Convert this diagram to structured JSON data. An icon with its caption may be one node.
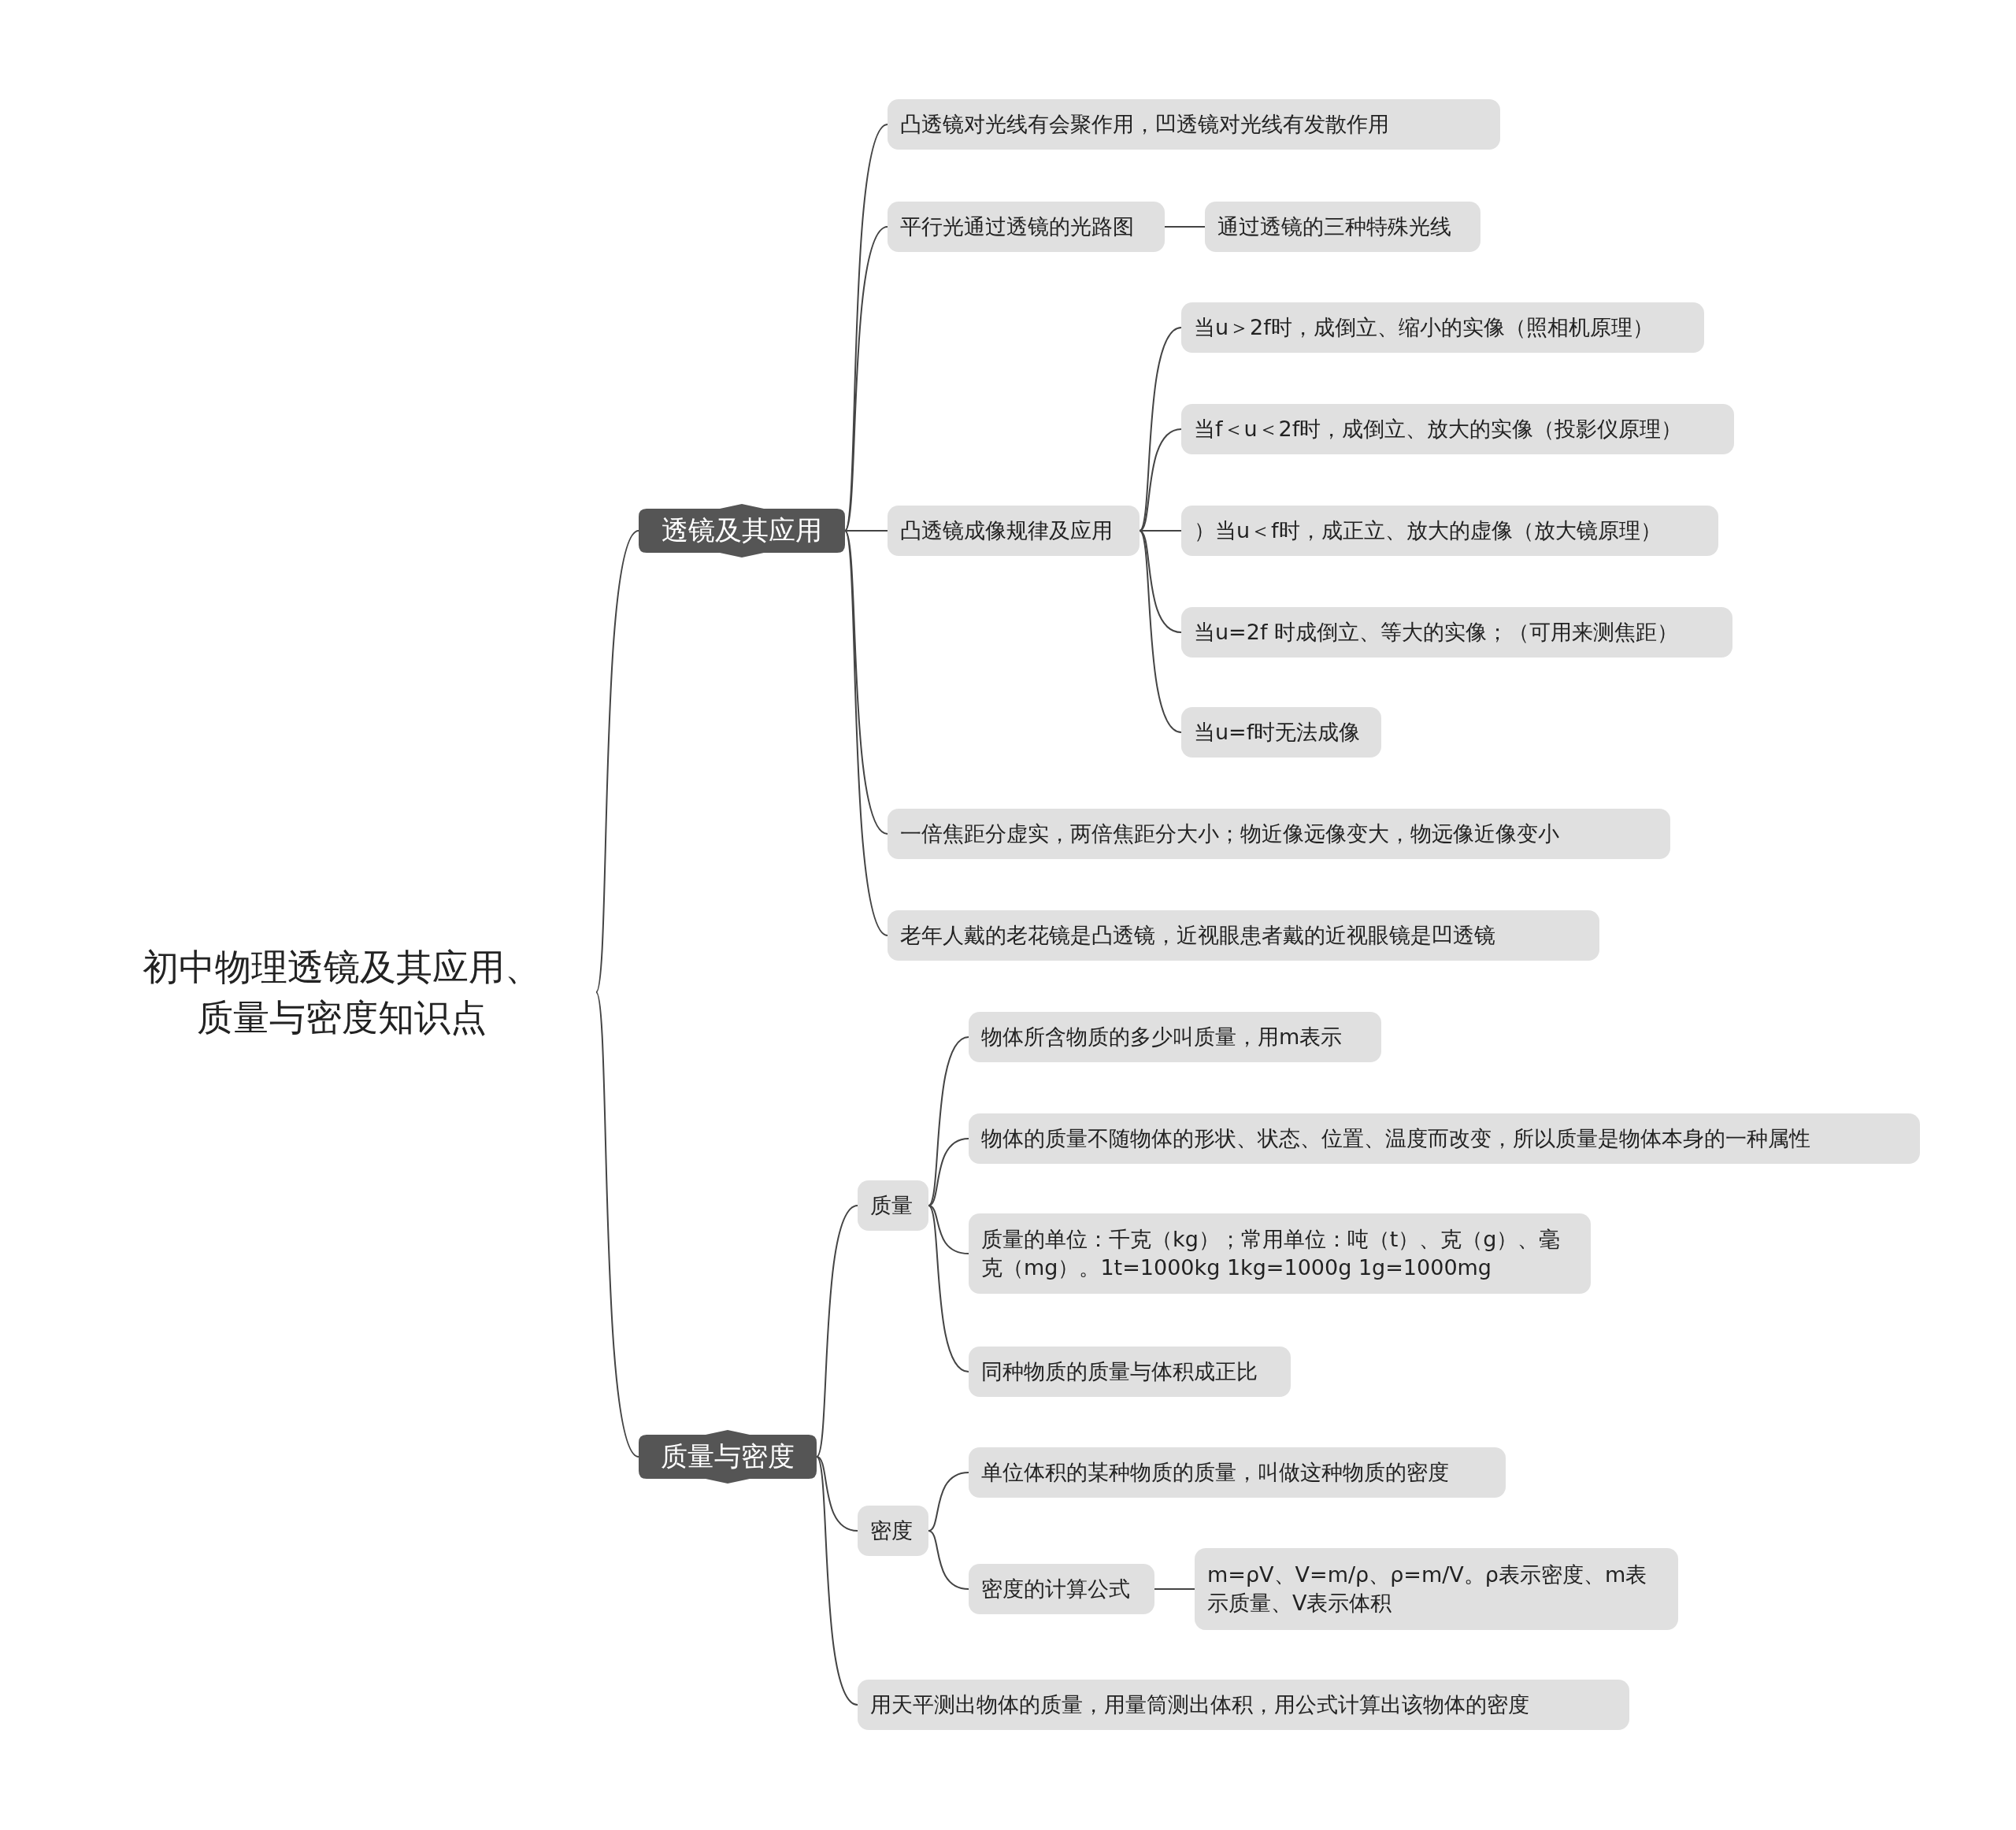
{
  "diagram": {
    "nodes": [
      {
        "text": [
          "初中物理透镜及其应用、质量与密度知识点"
        ]
      },
      {
        "text": [
          "透镜及其应用"
        ]
      },
      {
        "text": [
          "凸透镜对光线有会聚作用，凹透镜对光线有发散作用"
        ]
      },
      {
        "text": [
          "平行光通过透镜的光路图"
        ]
      },
      {
        "text": [
          "通过透镜的三种特殊光线"
        ]
      },
      {
        "text": [
          "凸透镜成像规律及应用"
        ]
      },
      {
        "text": [
          "当u＞2f时，成倒立、缩小的实像（照相机原理）"
        ]
      },
      {
        "text": [
          "当f＜u＜2f时，成倒立、放大的实像（投影仪原理）"
        ]
      },
      {
        "text": [
          "）当u＜f时，成正立、放大的虚像（放大镜原理）"
        ]
      },
      {
        "text": [
          "当u=2f 时成倒立、等大的实像；（可用来测焦距）"
        ]
      },
      {
        "text": [
          "当u=f时无法成像"
        ]
      },
      {
        "text": [
          "一倍焦距分虚实，两倍焦距分大小；物近像远像变大，物远像近像变小"
        ]
      },
      {
        "text": [
          "老年人戴的老花镜是凸透镜，近视眼患者戴的近视眼镜是凹透镜"
        ]
      },
      {
        "text": [
          "质量与密度"
        ]
      },
      {
        "text": [
          "质量"
        ]
      },
      {
        "text": [
          "物体所含物质的多少叫质量，用m表示"
        ]
      },
      {
        "text": [
          "物体的质量不随物体的形状、状态、位置、温度而改变，所以质量是物体本身的一种属性"
        ]
      },
      {
        "text": [
          "质量的单位：千克（kg）；常用单位：吨（t）、克（g）、毫克（mg）。1t=1000kg 1kg=1000g 1g=1000mg"
        ]
      },
      {
        "text": [
          "同种物质的质量与体积成正比"
        ]
      },
      {
        "text": [
          "密度"
        ]
      },
      {
        "text": [
          "单位体积的某种物质的质量，叫做这种物质的密度"
        ]
      },
      {
        "text": [
          "密度的计算公式"
        ]
      },
      {
        "text": [
          "m=ρV、V=m/ρ、ρ=m/V。ρ表示密度、m表示质量、V表示体积"
        ]
      },
      {
        "text": [
          "用天平测出物体的质量，用量筒测出体积，用公式计算出该物体的密度"
        ]
      }
    ],
    "edges": [
      {
        "from": 0,
        "to": 1,
        "arrow": "none"
      },
      {
        "from": 1,
        "to": 2,
        "arrow": "none"
      },
      {
        "from": 1,
        "to": 3,
        "arrow": "none"
      },
      {
        "from": 3,
        "to": 4,
        "arrow": "none"
      },
      {
        "from": 1,
        "to": 5,
        "arrow": "none"
      },
      {
        "from": 5,
        "to": 6,
        "arrow": "none"
      },
      {
        "from": 5,
        "to": 7,
        "arrow": "none"
      },
      {
        "from": 5,
        "to": 8,
        "arrow": "none"
      },
      {
        "from": 5,
        "to": 9,
        "arrow": "none"
      },
      {
        "from": 5,
        "to": 10,
        "arrow": "none"
      },
      {
        "from": 1,
        "to": 11,
        "arrow": "none"
      },
      {
        "from": 1,
        "to": 12,
        "arrow": "none"
      },
      {
        "from": 0,
        "to": 13,
        "arrow": "none"
      },
      {
        "from": 13,
        "to": 14,
        "arrow": "none"
      },
      {
        "from": 14,
        "to": 15,
        "arrow": "none"
      },
      {
        "from": 14,
        "to": 16,
        "arrow": "none"
      },
      {
        "from": 14,
        "to": 17,
        "arrow": "none"
      },
      {
        "from": 14,
        "to": 18,
        "arrow": "none"
      },
      {
        "from": 13,
        "to": 19,
        "arrow": "none"
      },
      {
        "from": 19,
        "to": 20,
        "arrow": "none"
      },
      {
        "from": 19,
        "to": 21,
        "arrow": "none"
      },
      {
        "from": 21,
        "to": 22,
        "arrow": "none"
      },
      {
        "from": 13,
        "to": 23,
        "arrow": "none"
      }
    ]
  }
}
